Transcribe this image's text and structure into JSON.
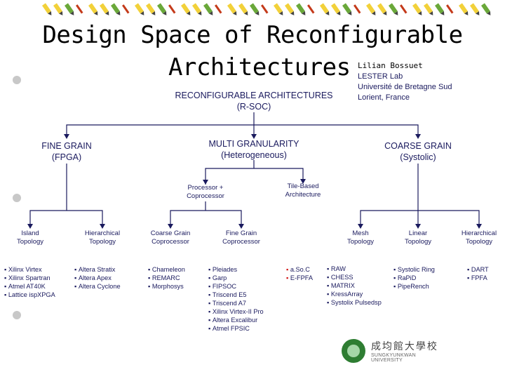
{
  "title": {
    "line1": "Design Space of Reconfigurable",
    "line2": "Architectures"
  },
  "author": {
    "name": "Lilian Bossuet",
    "lab": "LESTER Lab",
    "university": "Université de Bretagne Sud",
    "location": "Lorient, France"
  },
  "root": {
    "label": "RECONFIGURABLE ARCHITECTURES",
    "sub": "(R-SOC)"
  },
  "level1": {
    "fine": {
      "label": "FINE GRAIN",
      "sub": "(FPGA)"
    },
    "multi": {
      "label": "MULTI GRANULARITY",
      "sub": "(Heterogeneous)"
    },
    "coarse": {
      "label": "COARSE GRAIN",
      "sub": "(Systolic)"
    }
  },
  "level2": {
    "proc": {
      "label": "Processor +",
      "sub": "Coprocessor"
    },
    "tile": {
      "label": "Tile-Based",
      "sub": "Architecture"
    }
  },
  "level3": {
    "island": {
      "label": "Island",
      "sub": "Topology"
    },
    "hier_fpga": {
      "label": "Hierarchical",
      "sub": "Topology"
    },
    "coarse_cop": {
      "label": "Coarse Grain",
      "sub": "Coprocessor"
    },
    "fine_cop": {
      "label": "Fine Grain",
      "sub": "Coprocessor"
    },
    "mesh": {
      "label": "Mesh",
      "sub": "Topology"
    },
    "linear": {
      "label": "Linear",
      "sub": "Topology"
    },
    "hier_coarse": {
      "label": "Hierarchical",
      "sub": "Topology"
    }
  },
  "lists": {
    "island": [
      "Xilinx Virtex",
      "Xilinx Spartran",
      "Atmel AT40K",
      "Lattice ispXPGA"
    ],
    "hier_fpga": [
      "Altera Stratix",
      "Altera Apex",
      "Altera Cyclone"
    ],
    "coarse_cop": [
      "Chameleon",
      "REMARC",
      "Morphosys"
    ],
    "fine_cop": [
      "Pleiades",
      "Garp",
      "FIPSOC",
      "Triscend E5",
      "Triscend A7",
      "Xilinx Virtex-II Pro",
      "Altera Excalibur",
      "Atmel FPSIC"
    ],
    "tile": [
      "a.So.C",
      "E-FPFA"
    ],
    "mesh": [
      "RAW",
      "CHESS",
      "MATRIX",
      "KressArray",
      "Systolix Pulsedsp"
    ],
    "linear": [
      "Systolic Ring",
      "RaPiD",
      "PipeRench"
    ],
    "hier_coarse": [
      "DART",
      "FPFA"
    ]
  },
  "logo": {
    "korean": "成均館大學校",
    "english": "SUNGKYUNKWAN UNIVERSITY"
  },
  "colors": {
    "text": "#1a1a5e",
    "connector": "#1a1a5e",
    "bullet_red": "#d01010",
    "pencil_yellow": "#f2d13a",
    "pencil_green": "#6aa83a",
    "pencil_tip": "#c43a1a"
  }
}
